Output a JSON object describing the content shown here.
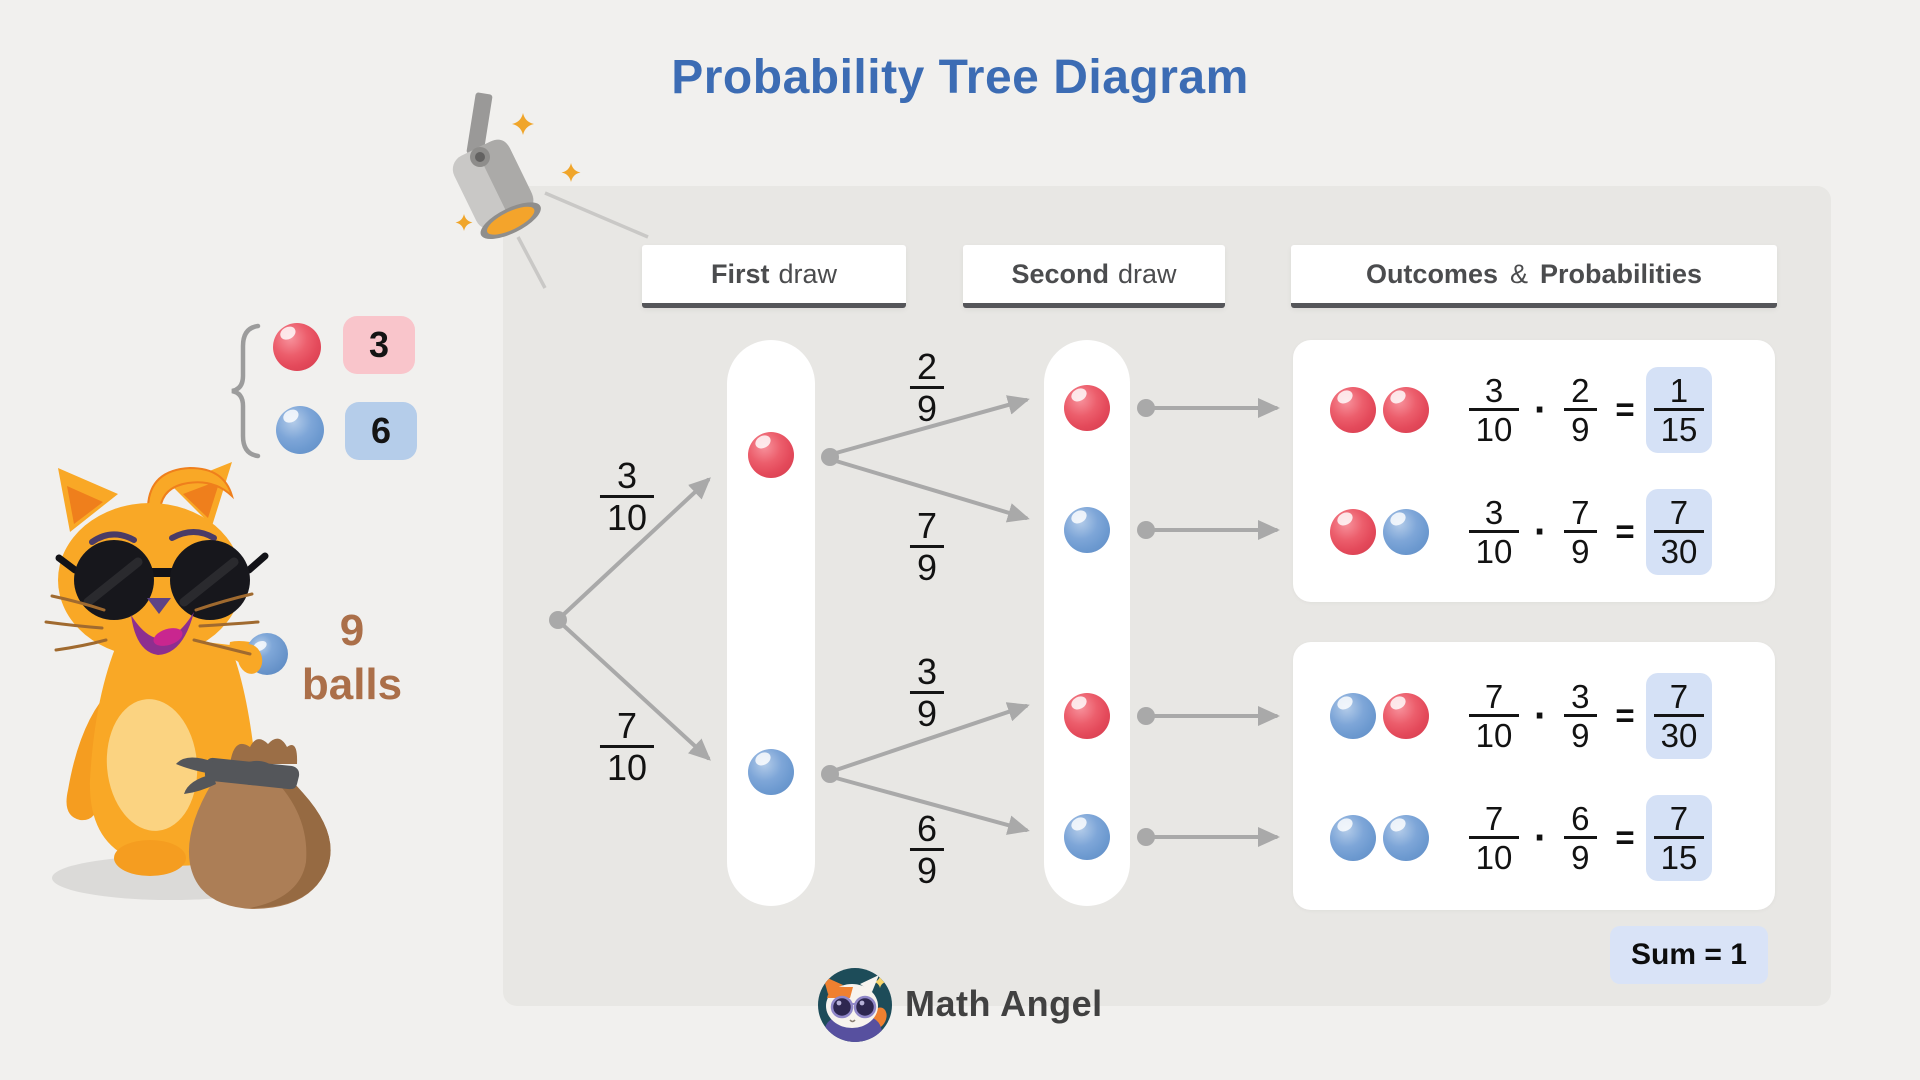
{
  "title": "Probability Tree Diagram",
  "colors": {
    "title_blue": "#3c6cb4",
    "red_ball": "#e4505f",
    "blue_ball": "#6d9ad0",
    "pink_badge": "#f9c5cb",
    "blue_badge": "#b5cdea",
    "result_highlight": "#d5e1f6",
    "brown_text": "#ab6f49",
    "connector_gray": "#a9a9a9"
  },
  "legend": {
    "items": [
      {
        "ball": "red",
        "count": "3"
      },
      {
        "ball": "blue",
        "count": "6"
      }
    ],
    "total_line1": "9",
    "total_line2": "balls"
  },
  "headers": {
    "first": {
      "bold": "First",
      "rest": "draw"
    },
    "second": {
      "bold": "Second",
      "rest": "draw"
    },
    "outcomes": {
      "part1": "Outcomes",
      "amp": "&",
      "part2": "Probabilities"
    }
  },
  "tree": {
    "first_draw": [
      {
        "ball": "red",
        "prob_num": "3",
        "prob_den": "10"
      },
      {
        "ball": "blue",
        "prob_num": "7",
        "prob_den": "10"
      }
    ],
    "second_draw": [
      {
        "ball": "red",
        "prob_num": "2",
        "prob_den": "9"
      },
      {
        "ball": "blue",
        "prob_num": "7",
        "prob_den": "9"
      },
      {
        "ball": "red",
        "prob_num": "3",
        "prob_den": "9"
      },
      {
        "ball": "blue",
        "prob_num": "6",
        "prob_den": "9"
      }
    ]
  },
  "outcomes": {
    "operator": "·",
    "equals": "=",
    "rows": [
      {
        "ball1": "red",
        "ball2": "red",
        "f1n": "3",
        "f1d": "10",
        "f2n": "2",
        "f2d": "9",
        "rn": "1",
        "rd": "15"
      },
      {
        "ball1": "red",
        "ball2": "blue",
        "f1n": "3",
        "f1d": "10",
        "f2n": "7",
        "f2d": "9",
        "rn": "7",
        "rd": "30"
      },
      {
        "ball1": "blue",
        "ball2": "red",
        "f1n": "7",
        "f1d": "10",
        "f2n": "3",
        "f2d": "9",
        "rn": "7",
        "rd": "30"
      },
      {
        "ball1": "blue",
        "ball2": "blue",
        "f1n": "7",
        "f1d": "10",
        "f2n": "6",
        "f2d": "9",
        "rn": "7",
        "rd": "15"
      }
    ]
  },
  "sum_label": "Sum = 1",
  "brand": "Math Angel"
}
